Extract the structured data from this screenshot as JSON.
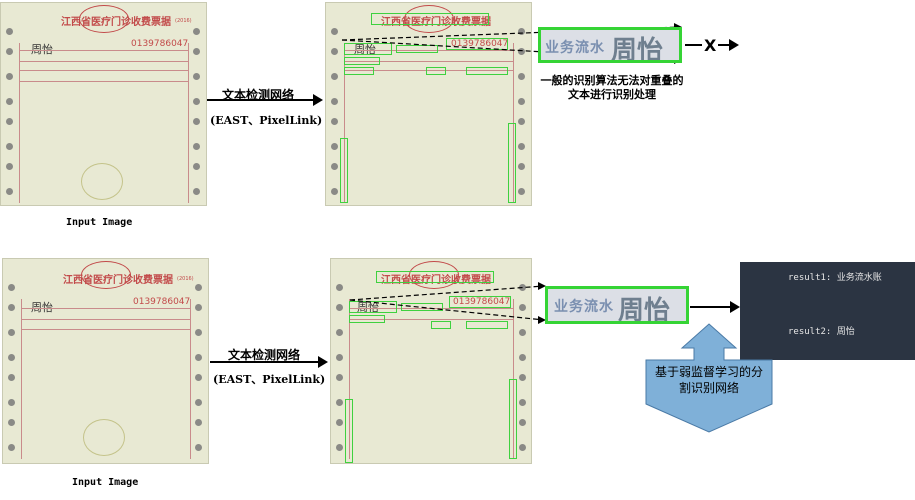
{
  "invoice": {
    "title": "江西省医疗门诊收费票据",
    "year": "(2016)",
    "name": "周怡",
    "phone": "0139786047"
  },
  "top_row": {
    "arrow_label_cn": "文本检测网络",
    "arrow_label_en": "(EAST、PixelLink)",
    "caption": "Input Image",
    "crop_text_small": "业务流水",
    "crop_text_big": "周怡",
    "fail_mark": "X",
    "note": "一般的识别算法无法对重叠的文本进行识别处理"
  },
  "bottom_row": {
    "arrow_label_cn": "文本检测网络",
    "arrow_label_en": "(EAST、PixelLink)",
    "caption": "Input Image",
    "crop_text_small": "业务流水",
    "crop_text_big": "周怡",
    "results": [
      "result1: 业务流水账",
      "result2: 周怡"
    ],
    "callout": "基于弱监督学习的分割识别网络"
  },
  "colors": {
    "box_green": "#3fd13f",
    "seal_red": "#c24a4a",
    "callout_fill": "#7fb0d8",
    "result_bg": "#2b3442"
  }
}
